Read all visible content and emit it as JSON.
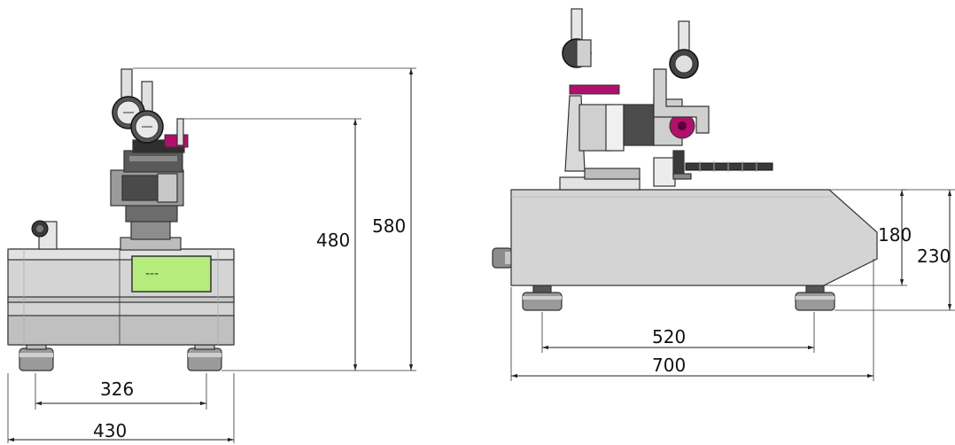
{
  "front_view": {
    "dimensions": {
      "height_480": "480",
      "height_580": "580",
      "foot_spacing_326": "326",
      "width_430": "430"
    },
    "display_text": "---"
  },
  "side_view": {
    "dimensions": {
      "height_180": "180",
      "height_230": "230",
      "foot_spacing_520": "520",
      "length_700": "700"
    }
  },
  "colors": {
    "body": "#d4d4d4",
    "panel": "#c3c3c3",
    "screen": "#b6ec7c",
    "accent": "#b0106a",
    "dark_part": "#3a3a3a"
  }
}
